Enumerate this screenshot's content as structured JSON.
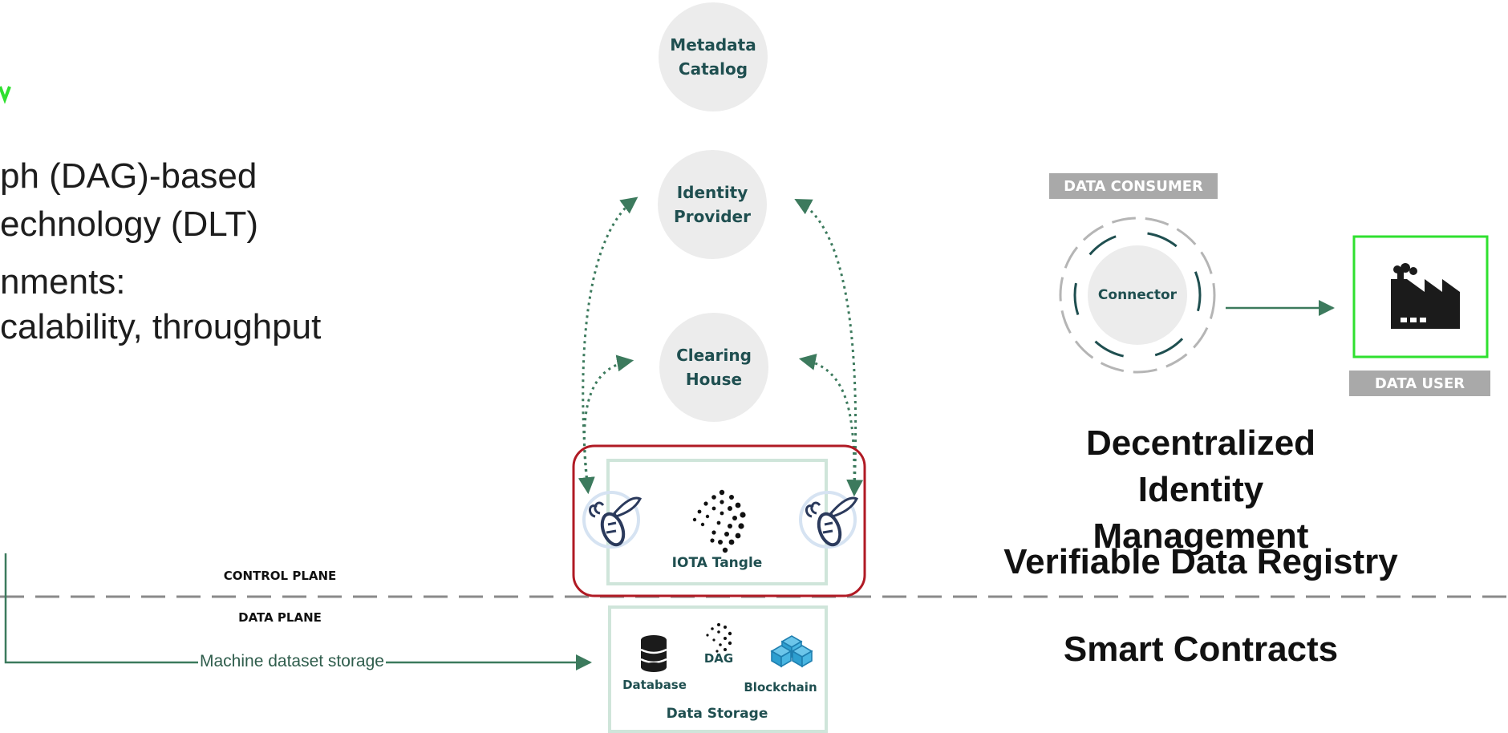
{
  "left_panel": {
    "bullets": [
      "ph (DAG)-based",
      "echnology (DLT)",
      "nments:",
      "calability, throughput"
    ]
  },
  "nodes": {
    "metadata_catalog": "Metadata\nCatalog",
    "identity_provider": "Identity\nProvider",
    "clearing_house": "Clearing\nHouse"
  },
  "planes": {
    "control": "CONTROL PLANE",
    "data": "DATA PLANE"
  },
  "flow": {
    "machine_dataset_storage": "Machine dataset storage"
  },
  "iota_box": {
    "label": "IOTA Tangle"
  },
  "storage_box": {
    "title": "Data Storage",
    "database": "Database",
    "dag": "DAG",
    "blockchain": "Blockchain"
  },
  "consumer": {
    "tag": "DATA CONSUMER",
    "connector": "Connector",
    "user_tag": "DATA USER"
  },
  "features": {
    "identity": "Decentralized Identity\nManagement",
    "registry": "Verifiable Data Registry",
    "contracts": "Smart Contracts"
  },
  "colors": {
    "accent_green": "#2fe02f",
    "arrow_green": "#3c7a5d",
    "highlight_red": "#b01a24",
    "box_border": "#cfe5da",
    "circle_fill": "#ececec"
  },
  "icons": {
    "bee": "bee-icon",
    "iota": "iota-logo-icon",
    "database": "database-icon",
    "blockchain": "blockchain-cubes-icon",
    "factory": "factory-icon"
  }
}
